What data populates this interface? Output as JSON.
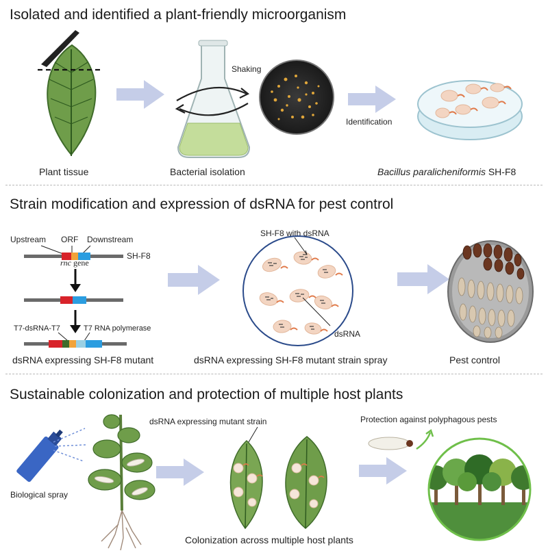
{
  "panel1": {
    "title": "Isolated and identified a plant-friendly microorganism",
    "label_plant": "Plant tissue",
    "label_isolation": "Bacterial isolation",
    "label_shaking": "Shaking",
    "label_identification": "Identification",
    "label_strain_species": "Bacillus paralicheniformis",
    "label_strain_code": "SH-F8"
  },
  "panel2": {
    "title": "Strain modification and expression of dsRNA for pest control",
    "label_upstream": "Upstream",
    "label_orf": "ORF",
    "label_downstream": "Downstream",
    "label_rnc": "rnc",
    "label_gene": "gene",
    "label_shf8": "SH-F8",
    "label_t7": "T7-dsRNA-T7",
    "label_polymerase": "T7 RNA polymerase",
    "label_with_dsrna": "SH-F8 with dsRNA",
    "label_dsrna": "dsRNA",
    "caption_mutant": "dsRNA expressing SH-F8 mutant",
    "caption_spray": "dsRNA expressing SH-F8 mutant strain spray",
    "caption_pest": "Pest control"
  },
  "panel3": {
    "title": "Sustainable colonization and protection of multiple host plants",
    "label_mutant_strain": "dsRNA expressing mutant strain",
    "label_protection": "Protection against polyphagous pests",
    "label_spray": "Biological spray",
    "caption_colonization": "Colonization across multiple host plants"
  },
  "colors": {
    "arrow": "#c5cde8",
    "leaf": "#6f9d4a",
    "bar": "#6a6a6a",
    "upstream": "#d8232a",
    "orf": "#f2a33a",
    "downstream": "#2b9de0",
    "spray": "#3a66c4",
    "ground": "#4f8f3c"
  }
}
